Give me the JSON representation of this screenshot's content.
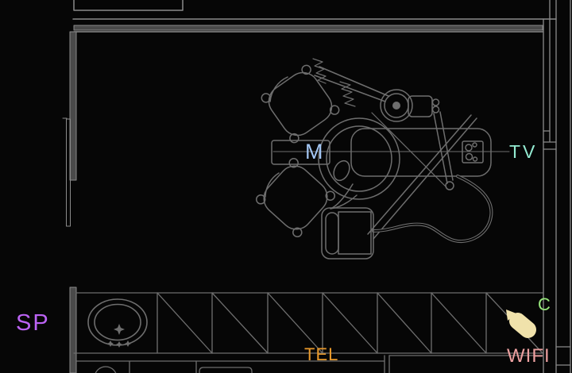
{
  "drawing": {
    "description": "dental operatory floor plan (CAD top view)",
    "background": "#060606",
    "line_color": "#6e6e6e",
    "wall_line_color": "#8a8a8a",
    "wall_fill_color": "#4a4a4a"
  },
  "labels": {
    "monitor": {
      "text": "M",
      "color": "#a3c6f3"
    },
    "tv": {
      "text": "TV",
      "color": "#93ead1"
    },
    "speaker": {
      "text": "SP",
      "color": "#bb63f3"
    },
    "telephone": {
      "text": "TEL",
      "color": "#e8992b"
    },
    "wifi": {
      "text": "WIFI",
      "color": "#eda0a0"
    },
    "c": {
      "text": "C",
      "color": "#98e87c"
    }
  },
  "icons": {
    "highlight_marker": {
      "name": "highlight-marker-icon",
      "shape": "rotated-capsule",
      "color": "#f0e2ab"
    },
    "cursor_triangle": {
      "name": "cursor-triangle-icon",
      "shape": "triangle",
      "color": "#f0e2ab"
    }
  },
  "components": [
    "dental-chair",
    "headrest",
    "doctor-stool",
    "assistant-stool",
    "delivery-cart",
    "suction-hose",
    "sink",
    "counter-hatch",
    "wall-top",
    "wall-left",
    "wall-right",
    "monitor-box"
  ]
}
